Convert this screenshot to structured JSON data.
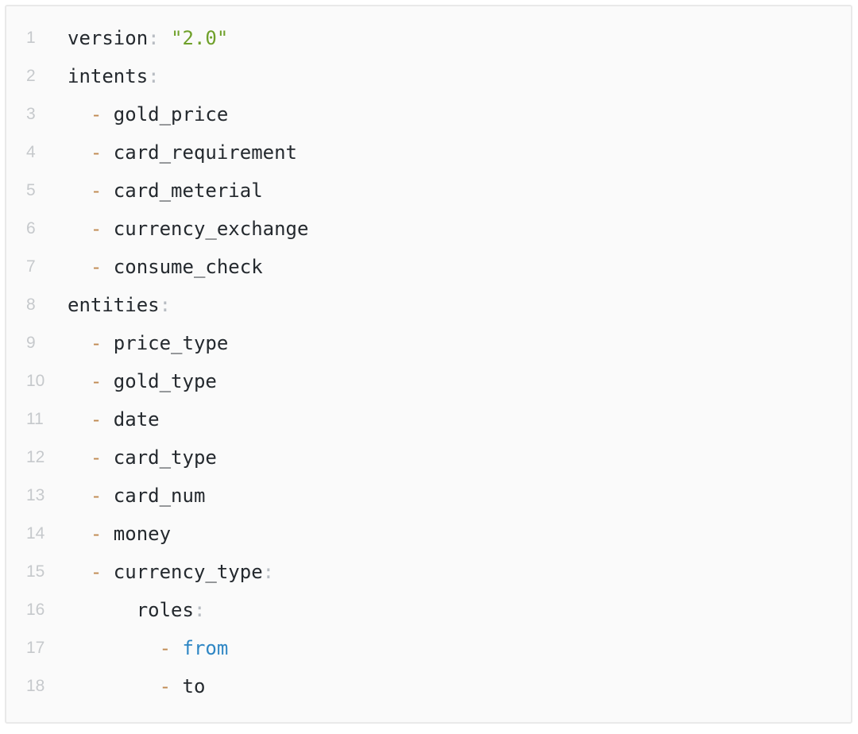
{
  "page": {
    "background_color": "#ffffff"
  },
  "code_block": {
    "language": "yaml",
    "background_color": "#fafafa",
    "border_color": "#e9e9e9",
    "line_number_color": "#c6c9cc",
    "colors": {
      "text": "#24292e",
      "punct": "#b7bcc2",
      "dash": "#c08a52",
      "string": "#6fa02a",
      "keyword": "#2e86c4"
    },
    "lines": [
      {
        "number": "1",
        "tokens": [
          {
            "t": "version",
            "c": "text"
          },
          {
            "t": ":",
            "c": "punct"
          },
          {
            "t": " ",
            "c": "text"
          },
          {
            "t": "\"2.0\"",
            "c": "string"
          }
        ]
      },
      {
        "number": "2",
        "tokens": [
          {
            "t": "intents",
            "c": "text"
          },
          {
            "t": ":",
            "c": "punct"
          }
        ]
      },
      {
        "number": "3",
        "tokens": [
          {
            "t": "  ",
            "c": "text"
          },
          {
            "t": "-",
            "c": "dash"
          },
          {
            "t": " gold_price",
            "c": "text"
          }
        ]
      },
      {
        "number": "4",
        "tokens": [
          {
            "t": "  ",
            "c": "text"
          },
          {
            "t": "-",
            "c": "dash"
          },
          {
            "t": " card_requirement",
            "c": "text"
          }
        ]
      },
      {
        "number": "5",
        "tokens": [
          {
            "t": "  ",
            "c": "text"
          },
          {
            "t": "-",
            "c": "dash"
          },
          {
            "t": " card_meterial",
            "c": "text"
          }
        ]
      },
      {
        "number": "6",
        "tokens": [
          {
            "t": "  ",
            "c": "text"
          },
          {
            "t": "-",
            "c": "dash"
          },
          {
            "t": " currency_exchange",
            "c": "text"
          }
        ]
      },
      {
        "number": "7",
        "tokens": [
          {
            "t": "  ",
            "c": "text"
          },
          {
            "t": "-",
            "c": "dash"
          },
          {
            "t": " consume_check",
            "c": "text"
          }
        ]
      },
      {
        "number": "8",
        "tokens": [
          {
            "t": "entities",
            "c": "text"
          },
          {
            "t": ":",
            "c": "punct"
          }
        ]
      },
      {
        "number": "9",
        "tokens": [
          {
            "t": "  ",
            "c": "text"
          },
          {
            "t": "-",
            "c": "dash"
          },
          {
            "t": " price_type",
            "c": "text"
          }
        ]
      },
      {
        "number": "10",
        "tokens": [
          {
            "t": "  ",
            "c": "text"
          },
          {
            "t": "-",
            "c": "dash"
          },
          {
            "t": " gold_type",
            "c": "text"
          }
        ]
      },
      {
        "number": "11",
        "tokens": [
          {
            "t": "  ",
            "c": "text"
          },
          {
            "t": "-",
            "c": "dash"
          },
          {
            "t": " date",
            "c": "text"
          }
        ]
      },
      {
        "number": "12",
        "tokens": [
          {
            "t": "  ",
            "c": "text"
          },
          {
            "t": "-",
            "c": "dash"
          },
          {
            "t": " card_type",
            "c": "text"
          }
        ]
      },
      {
        "number": "13",
        "tokens": [
          {
            "t": "  ",
            "c": "text"
          },
          {
            "t": "-",
            "c": "dash"
          },
          {
            "t": " card_num",
            "c": "text"
          }
        ]
      },
      {
        "number": "14",
        "tokens": [
          {
            "t": "  ",
            "c": "text"
          },
          {
            "t": "-",
            "c": "dash"
          },
          {
            "t": " money",
            "c": "text"
          }
        ]
      },
      {
        "number": "15",
        "tokens": [
          {
            "t": "  ",
            "c": "text"
          },
          {
            "t": "-",
            "c": "dash"
          },
          {
            "t": " currency_type",
            "c": "text"
          },
          {
            "t": ":",
            "c": "punct"
          }
        ]
      },
      {
        "number": "16",
        "tokens": [
          {
            "t": "      roles",
            "c": "text"
          },
          {
            "t": ":",
            "c": "punct"
          }
        ]
      },
      {
        "number": "17",
        "tokens": [
          {
            "t": "        ",
            "c": "text"
          },
          {
            "t": "-",
            "c": "dash"
          },
          {
            "t": " ",
            "c": "text"
          },
          {
            "t": "from",
            "c": "keyword"
          }
        ]
      },
      {
        "number": "18",
        "tokens": [
          {
            "t": "        ",
            "c": "text"
          },
          {
            "t": "-",
            "c": "dash"
          },
          {
            "t": " to",
            "c": "text"
          }
        ]
      }
    ]
  }
}
